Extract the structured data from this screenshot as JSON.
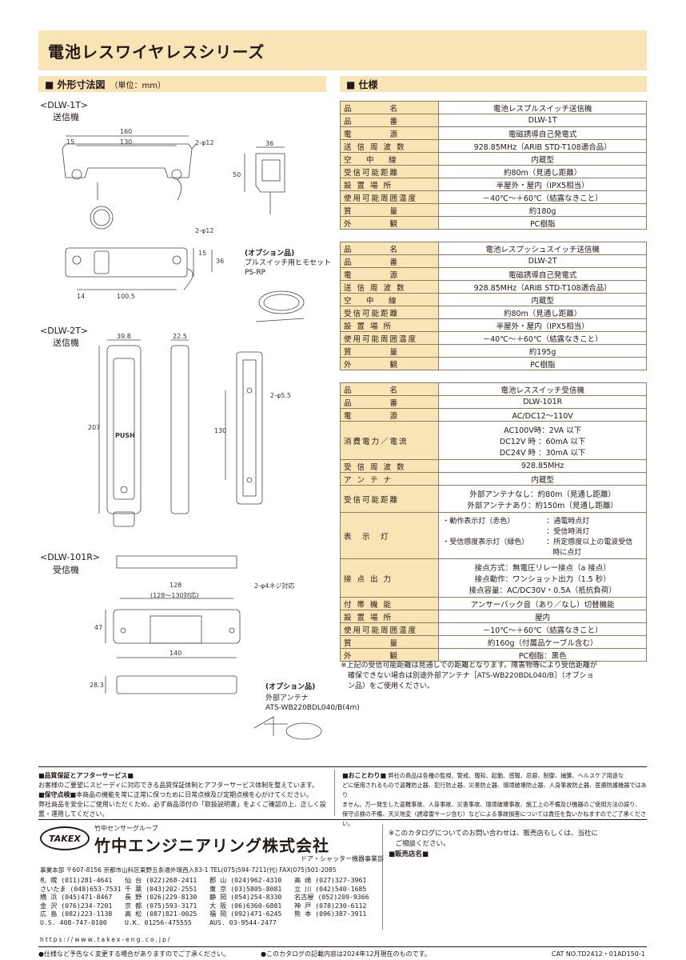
{
  "title": "電池レスワイヤレスシリーズ",
  "dim_section": {
    "label": "■ 外形寸法図",
    "unit": "（単位：mm）"
  },
  "spec_section": {
    "label": "■ 仕様"
  },
  "dlw1t": {
    "model": "<DLW-1T>",
    "name": "送信機",
    "d160": "160",
    "d15": "15",
    "d130": "130",
    "phi12a": "2-φ12",
    "d36": "36",
    "d50": "50",
    "phi12b": "2-φ12",
    "d15b": "15",
    "d36b": "36",
    "d14": "14",
    "d1005": "100.5"
  },
  "option1": {
    "head": "(オプション品)",
    "desc": "プルスイッチ用ヒモセット",
    "code": "PS-RP"
  },
  "dlw2t": {
    "model": "<DLW-2T>",
    "name": "送信機",
    "d398": "39.8",
    "d225": "22.5",
    "d207": "207",
    "d130": "130",
    "phi55": "2-φ5.5",
    "push": "PUSH"
  },
  "dlw101r": {
    "model": "<DLW-101R>",
    "name": "受信機",
    "d128": "128",
    "d128b": "(128～130対応)",
    "d47": "47",
    "d140": "140",
    "d283": "28.3",
    "screw": "2-φ4ネジ対応"
  },
  "option2": {
    "head": "(オプション品)",
    "desc": "外部アンテナ",
    "code": "ATS-WB220BDL040/B(4m)"
  },
  "spec1": [
    [
      "品　　　　名",
      "電池レスプルスイッチ送信機"
    ],
    [
      "品　　　　番",
      "DLW-1T"
    ],
    [
      "電　　　　源",
      "電磁誘導自己発電式"
    ],
    [
      "送 信 周 波 数",
      "928.85MHz（ARIB STD-T108適合品）"
    ],
    [
      "空　 中 　線",
      "内蔵型"
    ],
    [
      "受信可能距離",
      "約80m（見通し距離）"
    ],
    [
      "設 置 場 所",
      "半屋外・屋内（IPX5相当）"
    ],
    [
      "使用可能周囲温度",
      "－40℃～＋60℃（結露なきこと）"
    ],
    [
      "質　　　　量",
      "約180g"
    ],
    [
      "外　　　　観",
      "PC樹脂"
    ]
  ],
  "spec2": [
    [
      "品　　　　名",
      "電池レスプッシュスイッチ送信機"
    ],
    [
      "品　　　　番",
      "DLW-2T"
    ],
    [
      "電　　　　源",
      "電磁誘導自己発電式"
    ],
    [
      "送 信 周 波 数",
      "928.85MHz（ARIB STD-T108適合品）"
    ],
    [
      "空　 中 　線",
      "内蔵型"
    ],
    [
      "受信可能距離",
      "約80m（見通し距離）"
    ],
    [
      "設 置 場 所",
      "半屋外・屋内（IPX5相当）"
    ],
    [
      "使用可能周囲温度",
      "－40℃～＋60℃（結露なきこと）"
    ],
    [
      "質　　　　量",
      "約195g"
    ],
    [
      "外　　　　観",
      "PC樹脂"
    ]
  ],
  "spec3": {
    "r1": [
      "品　　　　名",
      "電池レススイッチ受信機"
    ],
    "r2": [
      "品　　　　番",
      "DLW-101R"
    ],
    "r3": [
      "電　　　　源",
      "AC/DC12～110V"
    ],
    "r4": [
      "消費電力／電流",
      "AC100V時：2VA 以下",
      "DC12V 時 ：60mA 以下",
      "DC24V 時 ：30mA 以下"
    ],
    "r5": [
      "受 信 周 波 数",
      "928.85MHz"
    ],
    "r6": [
      "ア ン テ ナ",
      "内蔵型"
    ],
    "r7": [
      "受信可能距離",
      "外部アンテナなし：約80m（見通し距離）",
      "外部アンテナあり：約150m（見通し距離）"
    ],
    "r8": [
      "表　示　灯",
      "・動作表示灯（赤色）",
      "：通電時点灯",
      "：受信時消灯",
      "・受信感度表示灯（緑色）",
      "：所定感度以上の電波受信",
      "時に点灯"
    ],
    "r9": [
      "接 点 出 力",
      "接点方式：無電圧リレー接点（a 接点）",
      "接点動作：ワンショット出力（1.5 秒）",
      "接点容量：AC/DC30V・0.5A（抵抗負荷）"
    ],
    "r10": [
      "付 帯 機 能",
      "アンサーバック音（あり／なし）切替機能"
    ],
    "r11": [
      "設 置 場 所",
      "屋内"
    ],
    "r12": [
      "使用可能周囲温度",
      "－10℃～＋60℃（結露なきこと）"
    ],
    "r13": [
      "質　　　　量",
      "約160g（付属品ケーブル含む）"
    ],
    "r14": [
      "外　　　　観",
      "PC樹脂：黒色"
    ]
  },
  "spec_note": [
    "※上記の受信可能距離は見通しでの距離となります。障害物等により受信距離が",
    "　確保できない場合は別途外部アンテナ［ATS-WB220BDL040/B］（オプショ",
    "　ン品）をご使用ください。"
  ],
  "warranty": {
    "h1": "■品質保証とアフターサービス■",
    "t1": "お客様のご要望にスピーディに対応できる品質保証体制とアフターサービス体制を整えています。",
    "h2": "■保守点検■",
    "t2": "本商品の機能を常に正常に保つために日常点検及び定期点検を心がけてください。",
    "t3": "弊社商品を安全にご使用いただくため、必ず商品添付の「取扱説明書」をよくご確認の上、正しく設置・運用してください。"
  },
  "notice": {
    "h": "■おことわり■",
    "lines": [
      "弊社の商品は各種の監視、警戒、報知、起動、感報、忌避、制御、捕獲、ヘルスケア用途な",
      "どに使用されるもので盗難防止器、犯行防止器、災害防止器、環境破壊防止器、人身事故防止器、医療防護機器ではあり",
      "ません。万一発生した盗難事故、人身事故、災害事故、環境破壊事故、施工上の不備及び機器のご使用方法の誤り、",
      "保守点検の不備、天災地変（誘導雷サージ含む）などによる事故損害については責任を負いかねますのでご了承ください。"
    ]
  },
  "company": {
    "logo": "TAKEX",
    "group": "竹中センサーグループ",
    "name": "竹中エンジニアリング株式会社",
    "division": "ドア・シャッター機器事業部",
    "hq": "事業本部 〒607-8156 京都市山科区東野五条通外環西入83-1 TEL(075)594-7211(代) FAX(075)501-2085"
  },
  "offices": [
    [
      "札 幌 (011)281-4641",
      "仙 台 (022)268-2411",
      "郡 山 (024)962-4310",
      "高 崎 (027)327-3961"
    ],
    [
      "さいたま (048)653-7531",
      "千 葉 (043)202-2551",
      "東 京 (03)5805-8081",
      "立 川 (042)540-1685"
    ],
    [
      "横 浜 (045)471-8467",
      "長 野 (026)229-8130",
      "静 岡 (054)254-8330",
      "名古屋 (052)209-9366"
    ],
    [
      "金 沢 (076)234-7201",
      "京 都 (075)593-3171",
      "大 阪 (06)6360-6881",
      "神 戸 (078)230-6112"
    ],
    [
      "広 島 (082)223-1138",
      "高 松 (087)821-0025",
      "福 岡 (092)471-6245",
      "熊 本 (096)387-3911"
    ],
    [
      "U.S. 408-747-0100",
      "U.K. 01256-475555",
      "AUS. 03-9544-2477",
      ""
    ]
  ],
  "url": "https://www.takex-eng.co.jp/",
  "inquiry": {
    "text1": "※このカタログについてのお問い合わせは、販売店もしくは、当社に",
    "text2": "　ご相談ください。",
    "shop": "■販売店名■"
  },
  "bottom": {
    "left": "●仕様など予告なく変更する場合がありますのでご了承ください。",
    "mid": "●このカタログの記載内容は2024年12月現在のものです。",
    "right": "CAT NO.TD2412・01AD150-1"
  }
}
